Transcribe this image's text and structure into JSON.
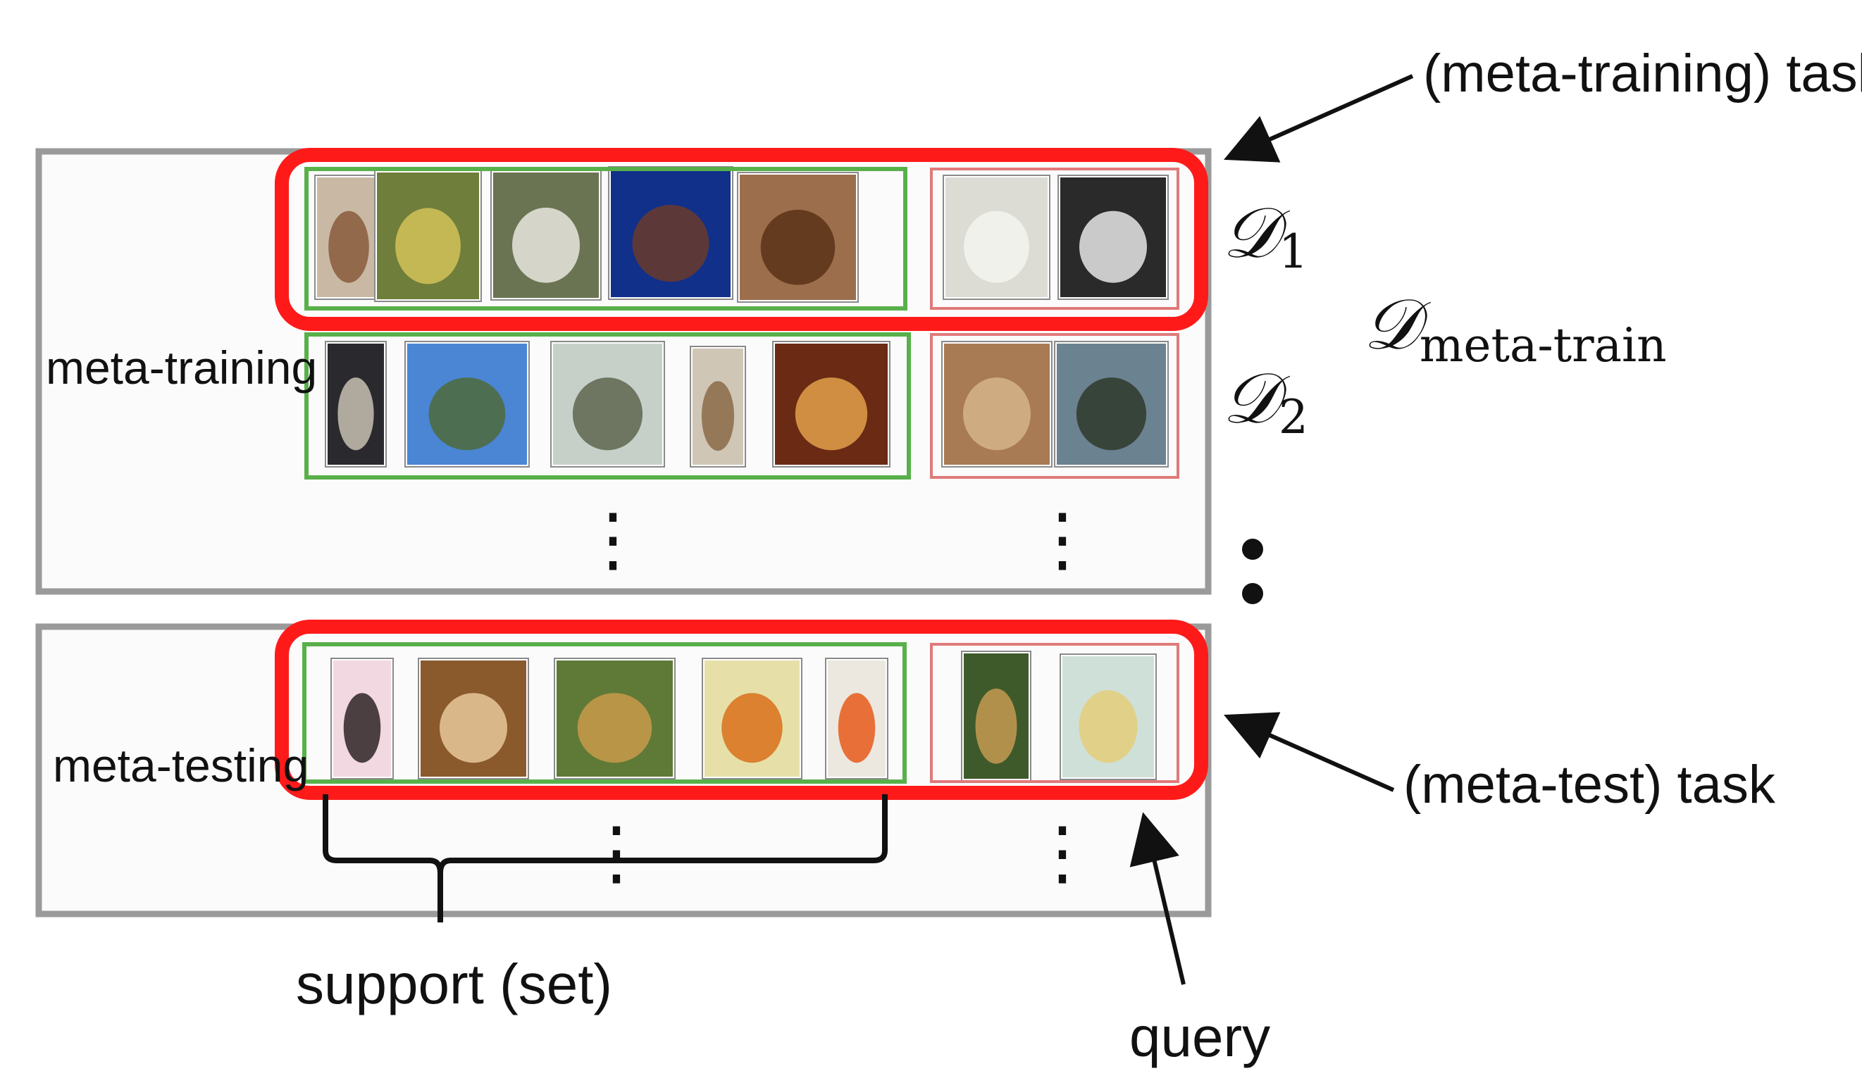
{
  "labels": {
    "meta_training_task": "(meta-training) task",
    "meta_test_task": "(meta-test) task",
    "meta_training": "meta-training",
    "meta_testing": "meta-testing",
    "support_set": "support (set)",
    "query": "query",
    "d_symbol": "𝒟",
    "d1_sub": "1",
    "d2_sub": "2",
    "dmeta_sub": "meta-train",
    "vdots": "⋮"
  },
  "colors": {
    "task_outline": "#ff1a1a",
    "support_outline": "#58b04a",
    "query_outline": "#e07a7a",
    "panel_border": "#9a9a9a",
    "panel_fill": "#fbfbfb",
    "text": "#111111"
  },
  "images": {
    "train_row1_support": [
      {
        "icon": "bird-photo",
        "bg": "#c9b9a4",
        "fg": "#8a5b3c"
      },
      {
        "icon": "mushroom-photo",
        "bg": "#6f7e3a",
        "fg": "#d3c25a"
      },
      {
        "icon": "white-dog-photo",
        "bg": "#6a7452",
        "fg": "#e8e6df"
      },
      {
        "icon": "singer-photo",
        "bg": "#10308a",
        "fg": "#6b3a2a"
      },
      {
        "icon": "piano-photo",
        "bg": "#9c6e4c",
        "fg": "#5b3218"
      }
    ],
    "train_row1_query": [
      {
        "icon": "shaggy-dog-photo",
        "bg": "#dcdcd4",
        "fg": "#f4f4ef"
      },
      {
        "icon": "piano-keys-photo",
        "bg": "#2a2a2a",
        "fg": "#e6e6e6"
      }
    ],
    "train_row2_support": [
      {
        "icon": "gymnast-photo",
        "bg": "#2a2a2e",
        "fg": "#c8c0b0"
      },
      {
        "icon": "cliff-sky-photo",
        "bg": "#4a86d4",
        "fg": "#4f6a3a"
      },
      {
        "icon": "tank-photo",
        "bg": "#c7d0c8",
        "fg": "#5e6650"
      },
      {
        "icon": "barrel-room-photo",
        "bg": "#cfc6b6",
        "fg": "#8a6a48"
      },
      {
        "icon": "carousel-photo",
        "bg": "#6a2a14",
        "fg": "#e2a04a"
      }
    ],
    "train_row2_query": [
      {
        "icon": "barrels-photo",
        "bg": "#a87b54",
        "fg": "#d6b48a"
      },
      {
        "icon": "sea-cliff-photo",
        "bg": "#6b8290",
        "fg": "#2e3a2c"
      }
    ],
    "test_support": [
      {
        "icon": "small-dog-photo",
        "bg": "#f2d8e0",
        "fg": "#2e2424"
      },
      {
        "icon": "golden-dog-photo",
        "bg": "#8a5a2c",
        "fg": "#e8c89a"
      },
      {
        "icon": "lion-roar-photo",
        "bg": "#5e7a36",
        "fg": "#c89a4a"
      },
      {
        "icon": "knot-photo",
        "bg": "#e6e0a8",
        "fg": "#d8701a"
      },
      {
        "icon": "bowls-photo",
        "bg": "#ece8e0",
        "fg": "#e85a1a"
      }
    ],
    "test_query": [
      {
        "icon": "lion-photo",
        "bg": "#3e5a2a",
        "fg": "#c69a52"
      },
      {
        "icon": "bowl-photo",
        "bg": "#cfe0d8",
        "fg": "#e4cc7a"
      }
    ]
  }
}
